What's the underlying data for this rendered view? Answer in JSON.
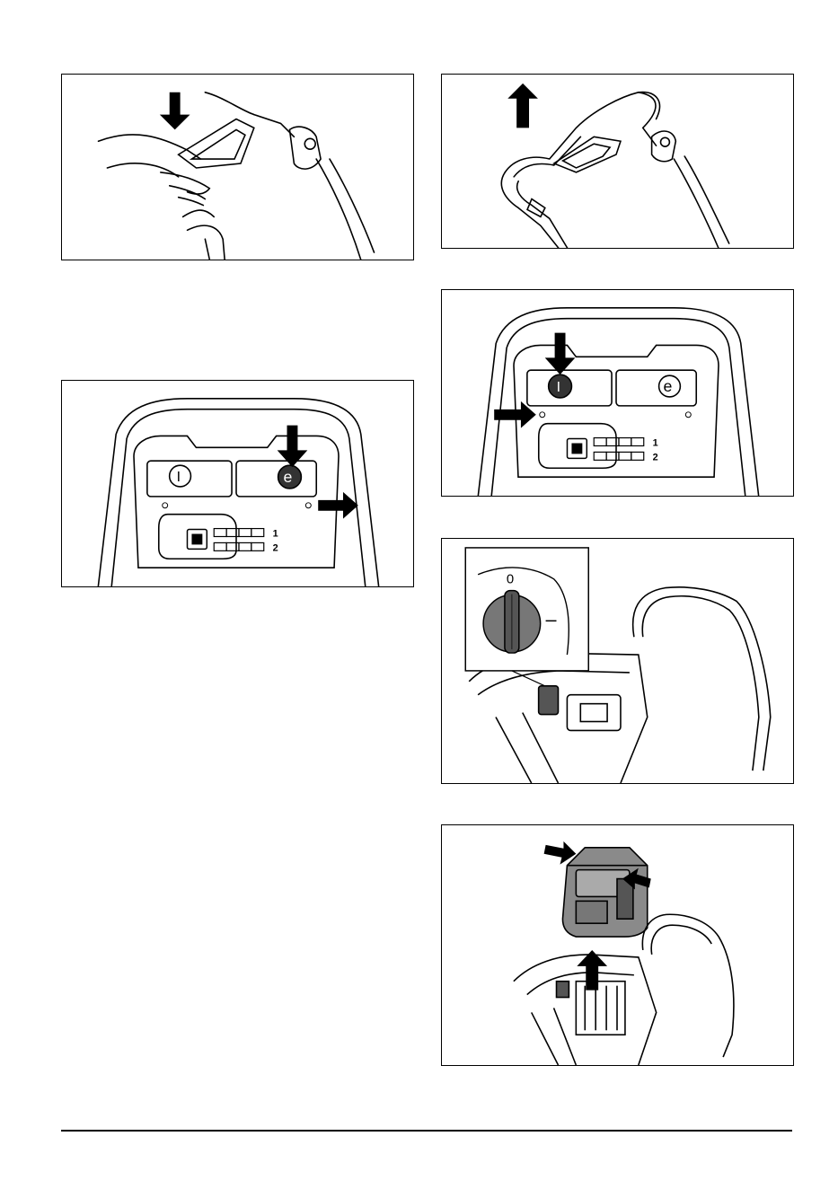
{
  "panel": {
    "row1_label": "1",
    "row2_label": "2",
    "power_symbol": "I",
    "eco_symbol": "e"
  },
  "switch": {
    "off_label": "0"
  }
}
